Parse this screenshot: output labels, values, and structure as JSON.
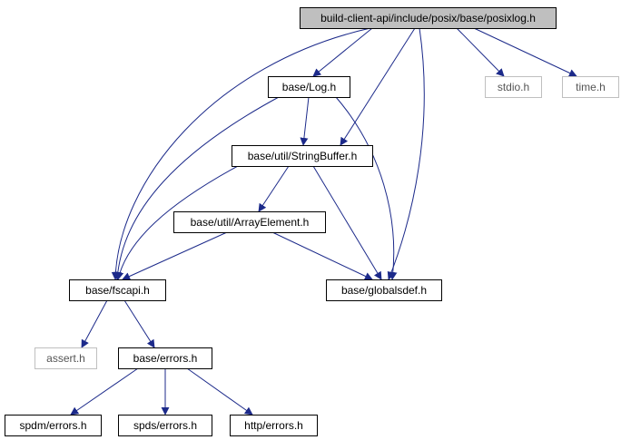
{
  "colors": {
    "edge": "#1c2a8a",
    "root_fill": "#bfbfbf",
    "node_border": "#000000",
    "external_border": "#bfbfbf"
  },
  "nodes": [
    {
      "id": "root",
      "label": "build-client-api/include/posix/base/posixlog.h",
      "kind": "root"
    },
    {
      "id": "log",
      "label": "base/Log.h",
      "kind": "normal"
    },
    {
      "id": "stdio",
      "label": "stdio.h",
      "kind": "external"
    },
    {
      "id": "time",
      "label": "time.h",
      "kind": "external"
    },
    {
      "id": "strbuf",
      "label": "base/util/StringBuffer.h",
      "kind": "normal"
    },
    {
      "id": "arrel",
      "label": "base/util/ArrayElement.h",
      "kind": "normal"
    },
    {
      "id": "fscapi",
      "label": "base/fscapi.h",
      "kind": "normal"
    },
    {
      "id": "globals",
      "label": "base/globalsdef.h",
      "kind": "normal"
    },
    {
      "id": "assert",
      "label": "assert.h",
      "kind": "external"
    },
    {
      "id": "errors",
      "label": "base/errors.h",
      "kind": "normal"
    },
    {
      "id": "spdm",
      "label": "spdm/errors.h",
      "kind": "normal"
    },
    {
      "id": "spds",
      "label": "spds/errors.h",
      "kind": "normal"
    },
    {
      "id": "http",
      "label": "http/errors.h",
      "kind": "normal"
    }
  ],
  "edges": [
    [
      "root",
      "log"
    ],
    [
      "root",
      "stdio"
    ],
    [
      "root",
      "time"
    ],
    [
      "root",
      "strbuf"
    ],
    [
      "root",
      "fscapi"
    ],
    [
      "root",
      "globals"
    ],
    [
      "log",
      "strbuf"
    ],
    [
      "log",
      "fscapi"
    ],
    [
      "log",
      "globals"
    ],
    [
      "strbuf",
      "arrel"
    ],
    [
      "strbuf",
      "fscapi"
    ],
    [
      "strbuf",
      "globals"
    ],
    [
      "arrel",
      "fscapi"
    ],
    [
      "arrel",
      "globals"
    ],
    [
      "fscapi",
      "assert"
    ],
    [
      "fscapi",
      "errors"
    ],
    [
      "errors",
      "spdm"
    ],
    [
      "errors",
      "spds"
    ],
    [
      "errors",
      "http"
    ]
  ]
}
